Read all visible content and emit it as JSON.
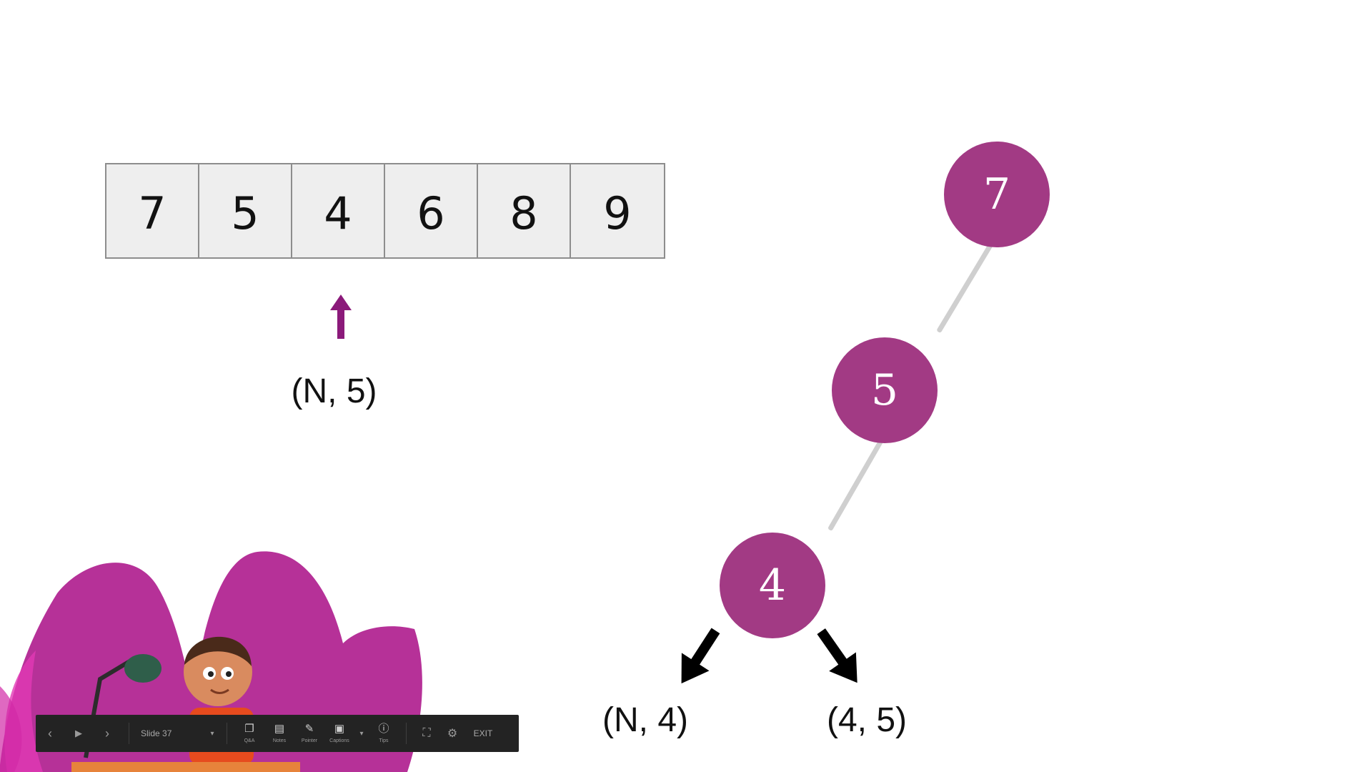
{
  "array": {
    "values": [
      "7",
      "5",
      "4",
      "6",
      "8",
      "9"
    ],
    "pointer_label": "(N, 5)"
  },
  "tree": {
    "nodes": [
      "7",
      "5",
      "4"
    ],
    "left_child_label": "(N, 4)",
    "right_child_label": "(4, 5)"
  },
  "colors": {
    "node": "#a23a84",
    "arrow": "#8b1a7a",
    "edge": "#cfcfcf"
  },
  "control_bar": {
    "prev_icon": "chevron-left-icon",
    "play_icon": "play-icon",
    "next_icon": "chevron-right-icon",
    "slide_label": "Slide 37",
    "qa_label": "Q&A",
    "notes_label": "Notes",
    "pointer_label": "Pointer",
    "captions_label": "Captions",
    "tips_label": "Tips",
    "exit_label": "EXIT"
  }
}
